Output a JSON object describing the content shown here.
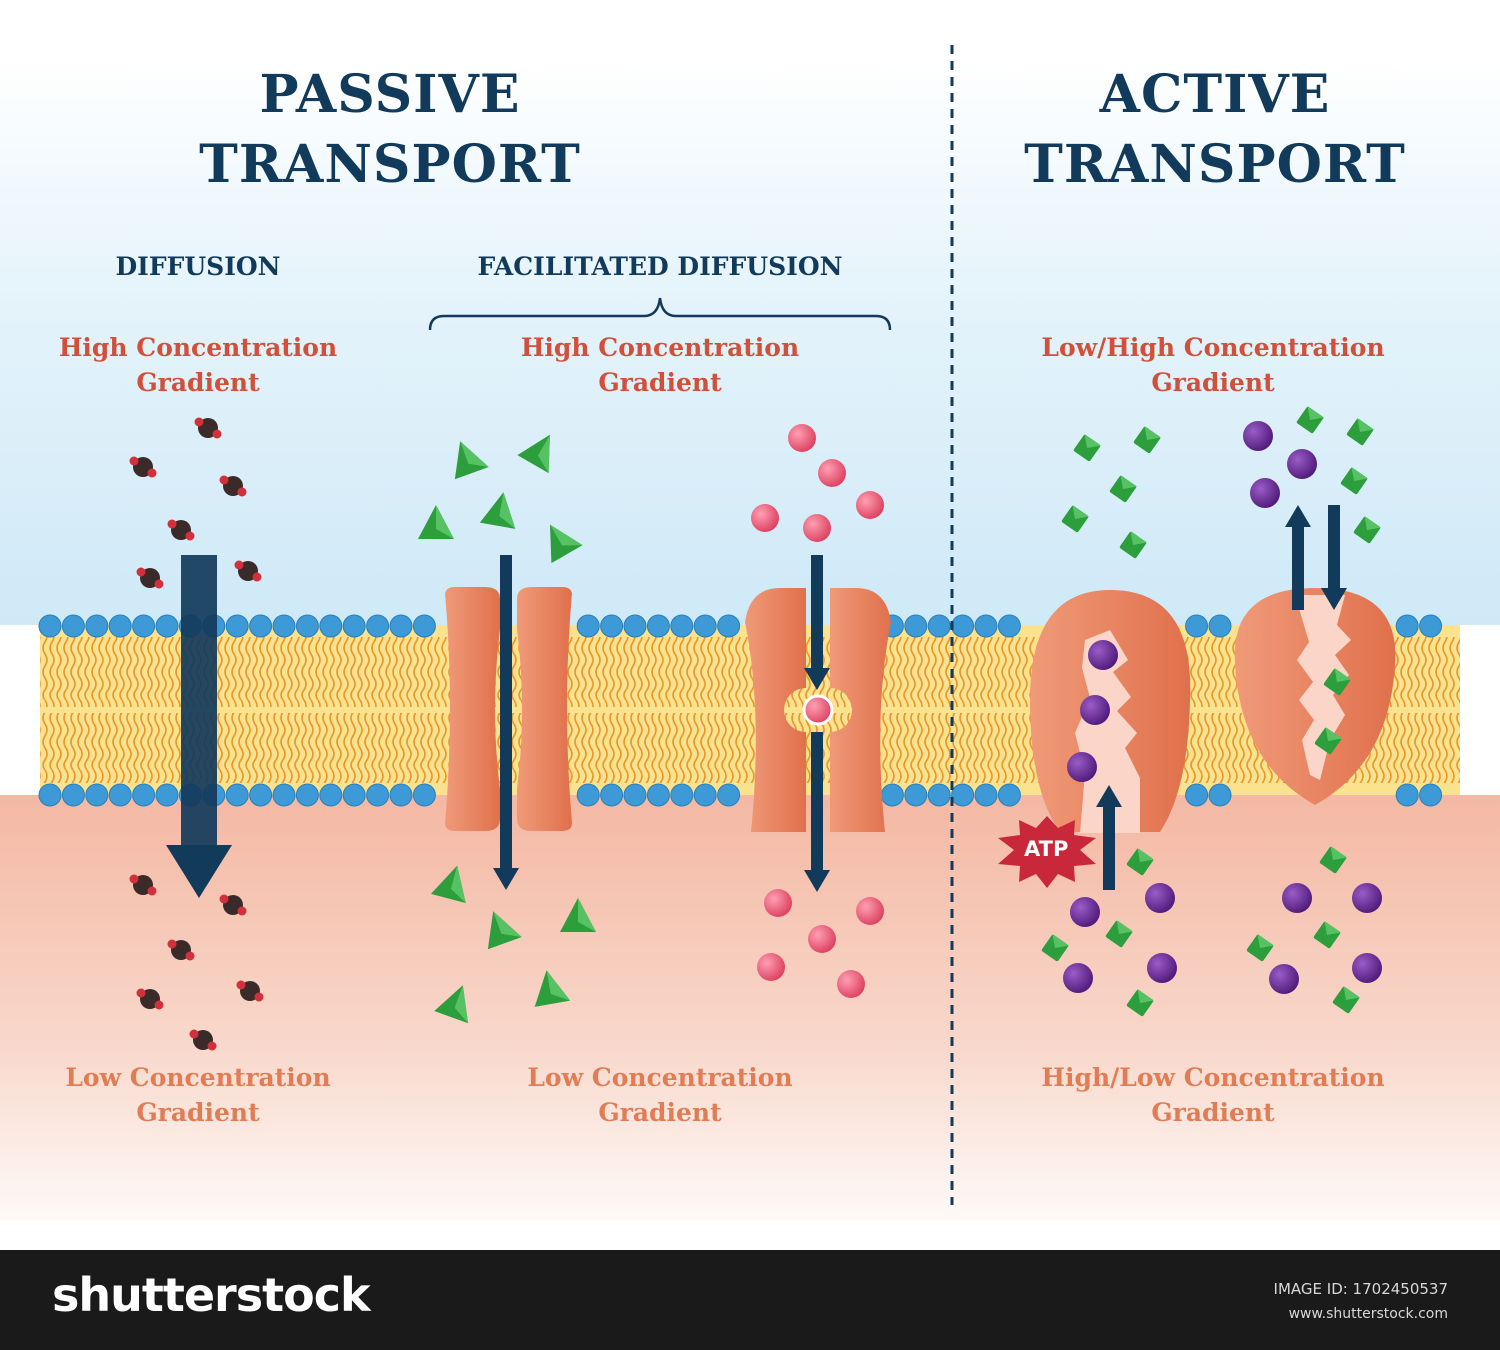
{
  "passive": {
    "title_line1": "PASSIVE",
    "title_line2": "TRANSPORT",
    "diffusion": {
      "label": "DIFFUSION",
      "top_line1": "High Concentration",
      "top_line2": "Gradient",
      "bottom_line1": "Low Concentration",
      "bottom_line2": "Gradient"
    },
    "facilitated": {
      "label": "FACILITATED DIFFUSION",
      "top_line1": "High Concentration",
      "top_line2": "Gradient",
      "bottom_line1": "Low Concentration",
      "bottom_line2": "Gradient"
    }
  },
  "active": {
    "title_line1": "ACTIVE",
    "title_line2": "TRANSPORT",
    "top_line1": "Low/High Concentration",
    "top_line2": "Gradient",
    "bottom_line1": "High/Low Concentration",
    "bottom_line2": "Gradient",
    "atp_label": "ATP"
  },
  "footer": {
    "brand": "shutterstock",
    "image_id": "IMAGE ID: 1702450537",
    "site": "www.shutterstock.com"
  },
  "colors": {
    "title": "#123a5b",
    "high_text": "#d2503a",
    "low_text": "#e07d55",
    "arrow": "#123a5b",
    "protein": "#e8825e",
    "head": "#3d9ad6",
    "tail": "#f0a33c",
    "green": "#2c9e3c",
    "pink": "#e8506e",
    "purple": "#6b2a96"
  }
}
